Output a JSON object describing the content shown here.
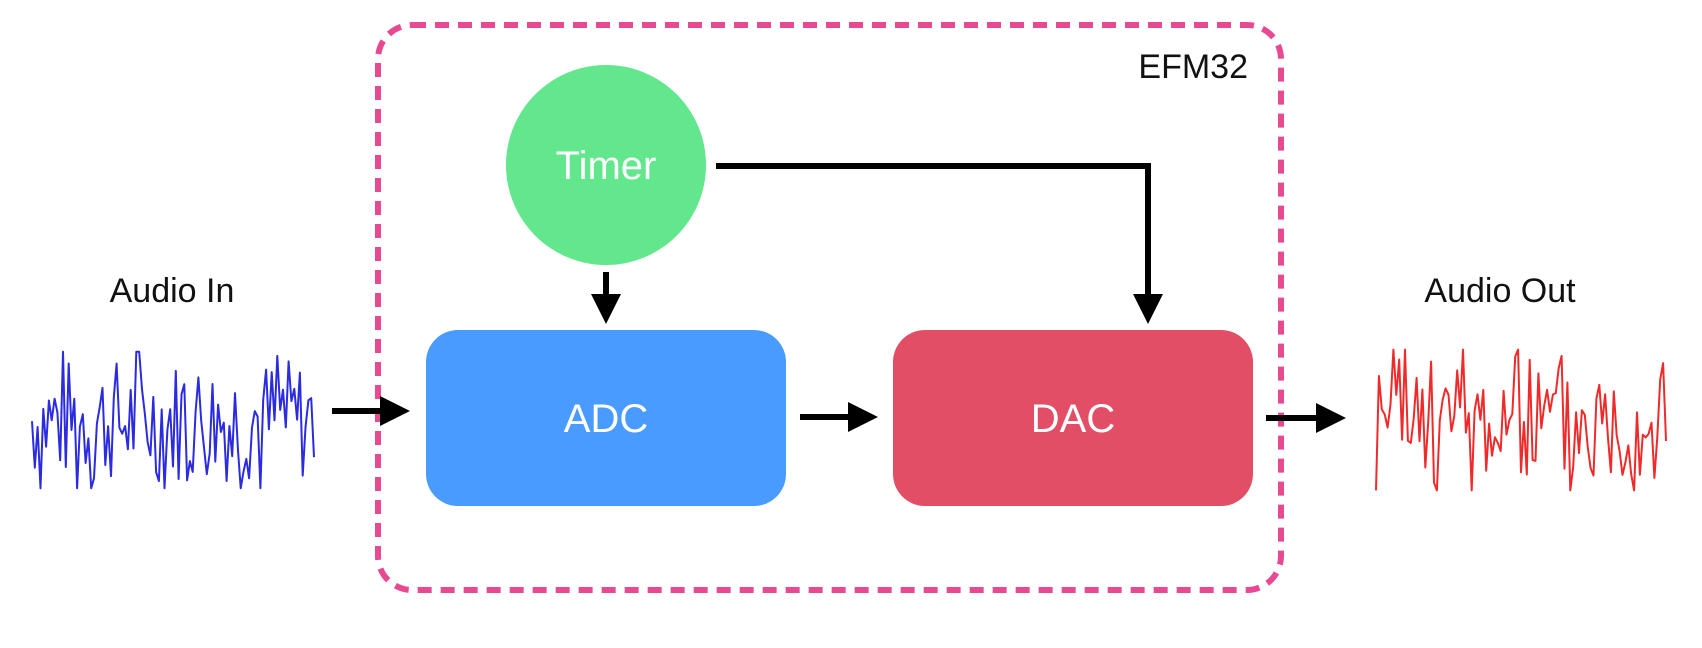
{
  "labels": {
    "chip": "EFM32",
    "timer": "Timer",
    "adc": "ADC",
    "dac": "DAC",
    "audio_in": "Audio In",
    "audio_out": "Audio Out"
  },
  "colors": {
    "chip_border": "#E84A92",
    "timer": "#62E78D",
    "adc": "#4A9BFF",
    "dac": "#E34E67",
    "wave_in": "#2B2BE0",
    "wave_out": "#F02A2A",
    "arrow": "#000000",
    "block_text": "#FFFFFF"
  },
  "icons": {
    "input_waveform": "waveform-icon",
    "output_waveform": "waveform-icon"
  },
  "connections": [
    {
      "from": "audio_in",
      "to": "adc"
    },
    {
      "from": "timer",
      "to": "adc"
    },
    {
      "from": "timer",
      "to": "dac"
    },
    {
      "from": "adc",
      "to": "dac"
    },
    {
      "from": "dac",
      "to": "audio_out"
    }
  ]
}
